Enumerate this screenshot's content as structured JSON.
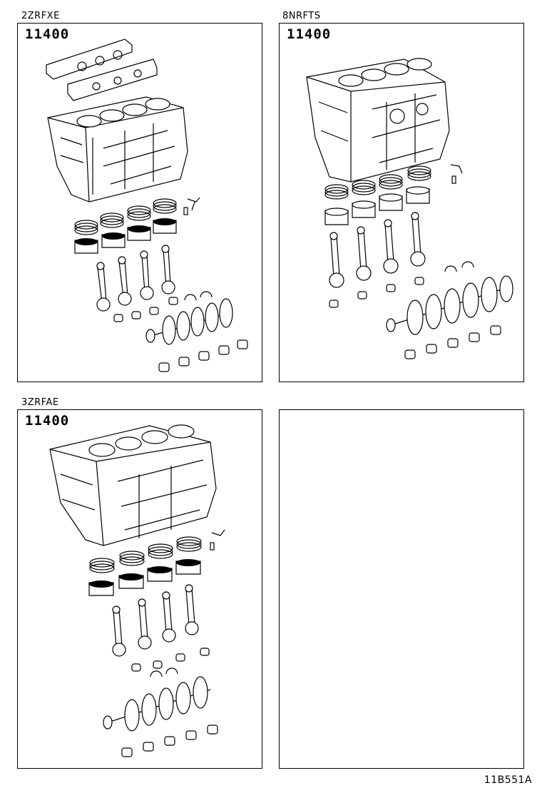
{
  "panels": [
    {
      "engine": "2ZRFXE",
      "part_number": "11400"
    },
    {
      "engine": "8NRFTS",
      "part_number": "11400"
    },
    {
      "engine": "3ZRFAE",
      "part_number": "11400"
    },
    {
      "engine": "",
      "part_number": ""
    }
  ],
  "figure_id": "11B551A",
  "icons": [
    "gasket-set-icon",
    "cylinder-block-icon",
    "piston-ring-icon",
    "piston-icon",
    "connecting-rod-icon",
    "bearing-icon",
    "thrust-washer-icon",
    "crankshaft-icon"
  ]
}
